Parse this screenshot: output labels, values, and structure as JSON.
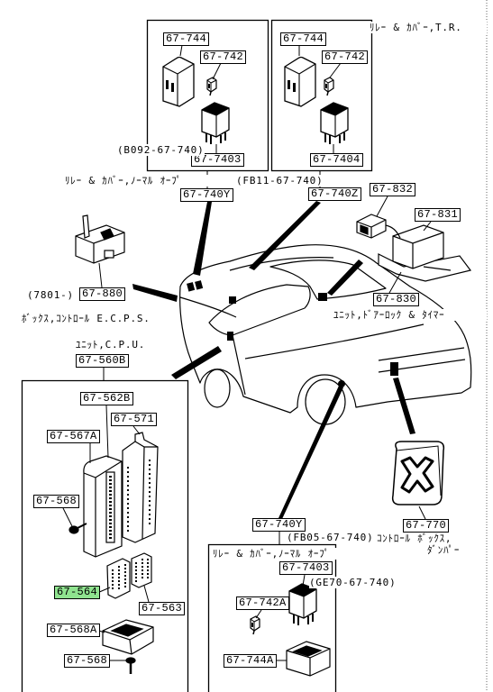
{
  "page": {
    "highlight_color": "#8fe38f",
    "line_color": "#000000"
  },
  "relay_normal_open_group": {
    "cover_part": "67-744",
    "connector_part": "67-742",
    "relay_part": "67-7403",
    "ref_code": "(B092-67-740)",
    "caption": "ﾘﾚｰ & ｶﾊﾞｰ,ﾉｰﾏﾙ ｵｰﾌﾟ",
    "ref_code_alt": "(FB11-67-740)",
    "assembly_part": "67-740Y"
  },
  "relay_tr_group": {
    "caption": "ﾘﾚｰ & ｶﾊﾞｰ,T.R.",
    "cover_part": "67-744",
    "connector_part": "67-742",
    "relay_part": "67-7404",
    "assembly_part": "67-740Z"
  },
  "door_lock_timer_group": {
    "connector_part": "67-832",
    "unit_part": "67-831",
    "assembly_part": "67-830",
    "caption": "ﾕﾆｯﾄ,ﾄﾞｱｰﾛｯｸ & ﾀｲﾏｰ"
  },
  "ecps_box_group": {
    "serial_range": "(7801-)",
    "part": "67-880",
    "caption": "ﾎﾞｯｸｽ,ｺﾝﾄﾛｰﾙ E.C.P.S."
  },
  "cpu_unit_group": {
    "caption": "ﾕﾆｯﾄ,C.P.U.",
    "assembly_part": "67-560B",
    "case_part": "67-562B",
    "cover_part": "67-571",
    "housing_part": "67-567A",
    "screw_part_upper": "67-568",
    "board_part": "67-564",
    "board_part_highlighted": true,
    "board_part_small": "67-563",
    "tray_part": "67-568A",
    "screw_part_lower": "67-568"
  },
  "relay_normal_open_lower_group": {
    "assembly_part": "67-740Y",
    "ref_code": "(FB05-67-740)",
    "caption": "ﾘﾚｰ & ｶﾊﾞｰ,ﾉｰﾏﾙ ｵｰﾌﾟ",
    "relay_part": "67-7403",
    "ref_code_alt": "(GE70-67-740)",
    "connector_part": "67-742A",
    "cover_part": "67-744A"
  },
  "control_box_damper_group": {
    "part": "67-770",
    "caption_line1": "ｺﾝﾄﾛｰﾙ ﾎﾞｯｸｽ,",
    "caption_line2": "ﾀﾞﾝﾊﾟｰ"
  }
}
